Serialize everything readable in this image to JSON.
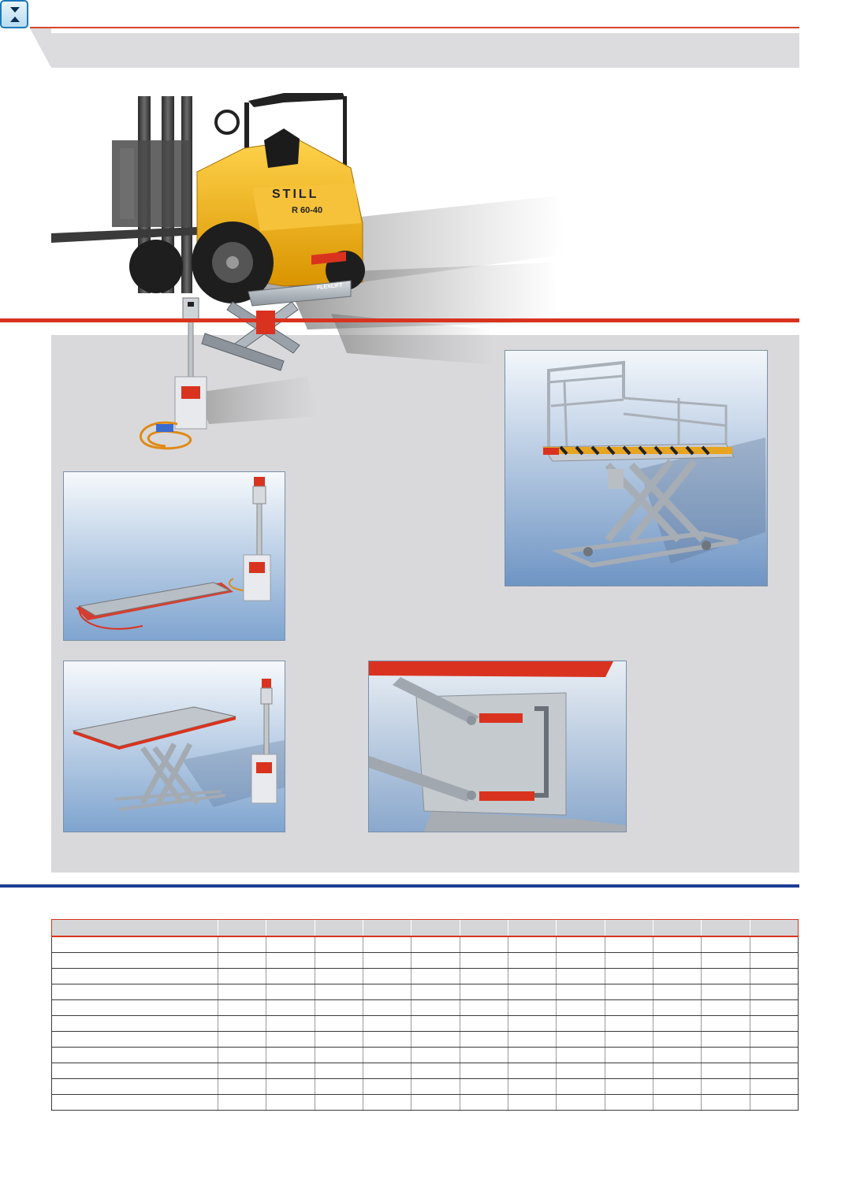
{
  "icons": {
    "nav": "updown-arrows-icon"
  },
  "colors": {
    "accent_red": "#d9331f",
    "rule_blue": "#1c3f93",
    "panel_grey": "#d9d9db",
    "forklift_yellow": "#f2b21c"
  },
  "hero": {
    "truck_brand": "STILL",
    "truck_model": "R 60-40",
    "lift_brand": "FLEXLIFT"
  },
  "table": {
    "columns": [
      "",
      "",
      "",
      "",
      "",
      "",
      "",
      "",
      "",
      "",
      "",
      "",
      ""
    ],
    "rows": [
      [
        "",
        "",
        "",
        "",
        "",
        "",
        "",
        "",
        "",
        "",
        "",
        "",
        ""
      ],
      [
        "",
        "",
        "",
        "",
        "",
        "",
        "",
        "",
        "",
        "",
        "",
        "",
        ""
      ],
      [
        "",
        "",
        "",
        "",
        "",
        "",
        "",
        "",
        "",
        "",
        "",
        "",
        ""
      ],
      [
        "",
        "",
        "",
        "",
        "",
        "",
        "",
        "",
        "",
        "",
        "",
        "",
        ""
      ],
      [
        "",
        "",
        "",
        "",
        "",
        "",
        "",
        "",
        "",
        "",
        "",
        "",
        ""
      ],
      [
        "",
        "",
        "",
        "",
        "",
        "",
        "",
        "",
        "",
        "",
        "",
        "",
        ""
      ],
      [
        "",
        "",
        "",
        "",
        "",
        "",
        "",
        "",
        "",
        "",
        "",
        "",
        ""
      ],
      [
        "",
        "",
        "",
        "",
        "",
        "",
        "",
        "",
        "",
        "",
        "",
        "",
        ""
      ],
      [
        "",
        "",
        "",
        "",
        "",
        "",
        "",
        "",
        "",
        "",
        "",
        "",
        ""
      ],
      [
        "",
        "",
        "",
        "",
        "",
        "",
        "",
        "",
        "",
        "",
        "",
        "",
        ""
      ]
    ]
  }
}
